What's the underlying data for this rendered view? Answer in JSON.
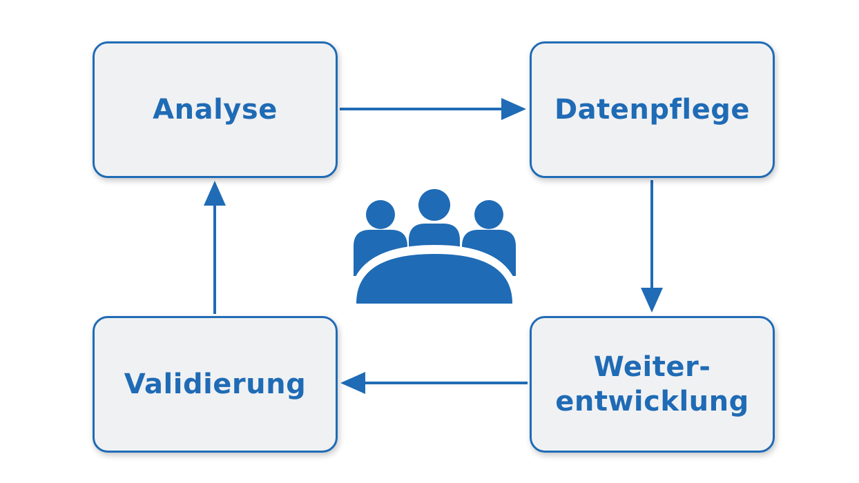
{
  "diagram": {
    "nodes": {
      "analyse": {
        "label": "Analyse"
      },
      "datenpflege": {
        "label": "Datenpflege"
      },
      "weiterentwicklung": {
        "label": "Weiter-\nentwicklung"
      },
      "validierung": {
        "label": "Validierung"
      }
    },
    "edges": [
      {
        "from": "Analyse",
        "to": "Datenpflege"
      },
      {
        "from": "Datenpflege",
        "to": "Weiter-\nentwicklung"
      },
      {
        "from": "Weiter-\nentwicklung",
        "to": "Validierung"
      },
      {
        "from": "Validierung",
        "to": "Analyse"
      }
    ],
    "center_icon": "team-meeting-icon",
    "colors": {
      "accent": "#1f6bb5",
      "box_fill": "#f0f1f3",
      "background": "#ffffff"
    }
  }
}
